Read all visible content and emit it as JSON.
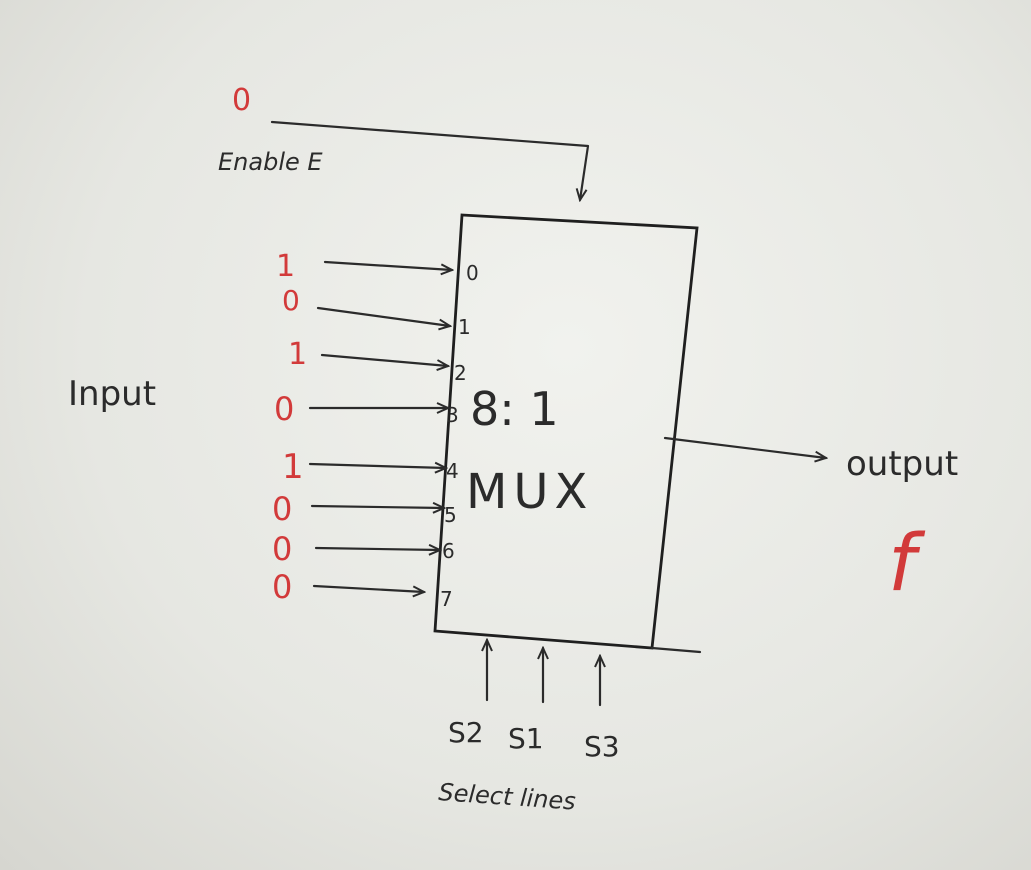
{
  "enable": {
    "value": "0",
    "label": "Enable E"
  },
  "inputs": {
    "label": "Input",
    "values": [
      "1",
      "0",
      "1",
      "0",
      "1",
      "0",
      "0",
      "0"
    ],
    "pin_labels": [
      "0",
      "1",
      "2",
      "3",
      "4",
      "5",
      "6",
      "7"
    ]
  },
  "mux": {
    "ratio": "8: 1",
    "name": "MUX"
  },
  "output": {
    "label": "output",
    "symbol": "f"
  },
  "select": {
    "lines": [
      "S2",
      "S1",
      "S3"
    ],
    "label": "Select lines"
  },
  "colors": {
    "ink": "#2b2b2b",
    "red_ink": "#d23a3a"
  }
}
